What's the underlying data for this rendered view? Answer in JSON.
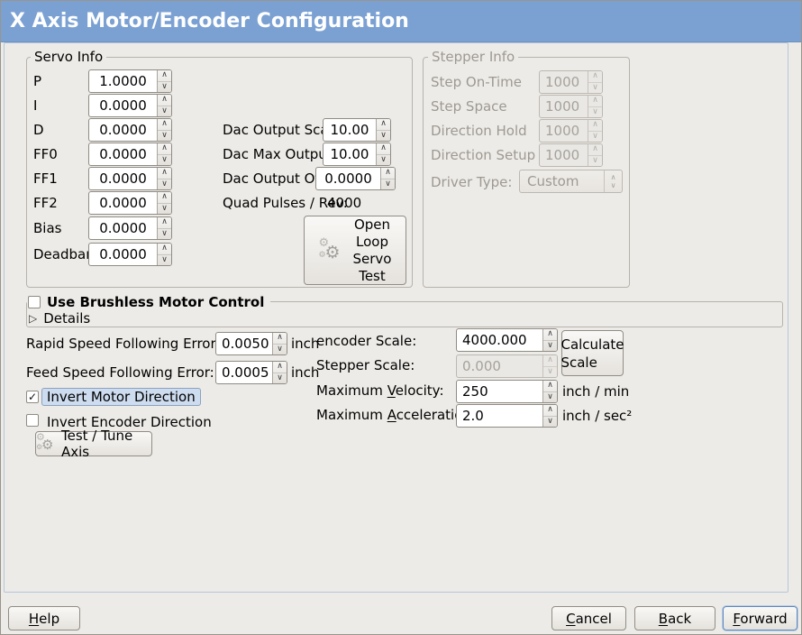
{
  "window": {
    "title": "X Axis Motor/Encoder Configuration"
  },
  "icons": {
    "spin_up": "∧",
    "spin_down": "∨",
    "gears": "⚙",
    "expander_right": "▷",
    "checkmark": "✓"
  },
  "servo": {
    "legend": "Servo Info",
    "rows": [
      {
        "label": "P",
        "value": "1.0000"
      },
      {
        "label": "I",
        "value": "0.0000"
      },
      {
        "label": "D",
        "value": "0.0000"
      },
      {
        "label": "FF0",
        "value": "0.0000"
      },
      {
        "label": "FF1",
        "value": "0.0000"
      },
      {
        "label": "FF2",
        "value": "0.0000"
      },
      {
        "label": "Bias",
        "value": "0.0000"
      },
      {
        "label": "Deadband",
        "value": "0.0000"
      }
    ],
    "dac_scale_label": "Dac Output Scale:",
    "dac_scale_value": "10.00",
    "dac_max_label": "Dac Max Output:",
    "dac_max_value": "10.00",
    "dac_offset_label": "Dac Output Offset:",
    "dac_offset_value": "0.0000",
    "quad_label": "Quad Pulses / Rev:",
    "quad_value": "4000",
    "open_loop_lines": [
      "Open",
      "Loop",
      "Servo",
      "Test"
    ]
  },
  "stepper": {
    "legend": "Stepper Info",
    "rows": [
      {
        "label": "Step On-Time",
        "value": "1000"
      },
      {
        "label": "Step Space",
        "value": "1000"
      },
      {
        "label": "Direction Hold",
        "value": "1000"
      },
      {
        "label": "Direction Setup",
        "value": "1000"
      }
    ],
    "driver_label": "Driver Type:",
    "driver_value": "Custom"
  },
  "brushless": {
    "checkbox_label": "Use Brushless Motor Control",
    "details_label": "Details"
  },
  "errors": {
    "rapid_label": "Rapid Speed Following Error:",
    "rapid_value": "0.0050",
    "rapid_unit": "inch",
    "feed_label": "Feed Speed Following Error:",
    "feed_value": "0.0005",
    "feed_unit": "inch"
  },
  "direction": {
    "invert_motor_label": "Invert Motor Direction",
    "invert_encoder_label": "Invert Encoder Direction",
    "test_tune_label": "Test / Tune Axis"
  },
  "scaling": {
    "encoder_label": "encoder Scale:",
    "encoder_value": "4000.000",
    "stepper_label": "Stepper Scale:",
    "stepper_value": "0.000",
    "calc_lines": [
      "Calculate",
      "Scale"
    ],
    "velocity_label": {
      "pre": "Maximum ",
      "key": "V",
      "post": "elocity:"
    },
    "velocity_value": "250",
    "velocity_unit": "inch / min",
    "accel_label": {
      "pre": "Maximum ",
      "key": "A",
      "post": "cceleration:"
    },
    "accel_value": "2.0",
    "accel_unit": "inch / sec²"
  },
  "footer": {
    "help": {
      "pre": "",
      "key": "H",
      "post": "elp"
    },
    "cancel": {
      "pre": "",
      "key": "C",
      "post": "ancel"
    },
    "back": {
      "pre": "",
      "key": "B",
      "post": "ack"
    },
    "forward": {
      "pre": "",
      "key": "F",
      "post": "orward"
    }
  },
  "colors": {
    "titlebar": "#7ba1d3",
    "highlight_bg": "#cddcee",
    "window_bg": "#edebe7"
  }
}
